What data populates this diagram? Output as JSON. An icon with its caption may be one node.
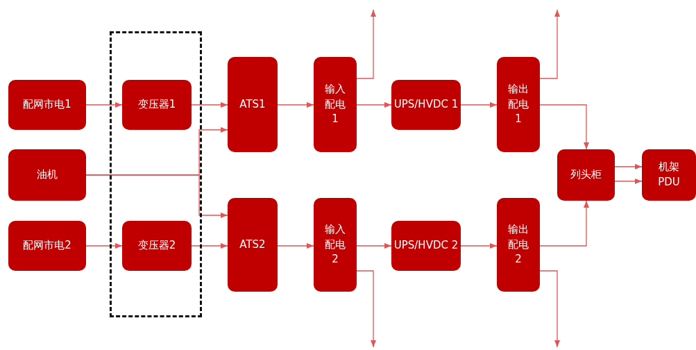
{
  "diagram": {
    "nodes": [
      {
        "text": [
          "配网市电1"
        ]
      },
      {
        "text": [
          "油机"
        ]
      },
      {
        "text": [
          "配网市电2"
        ]
      },
      {
        "text": [],
        "shape": "box"
      },
      {
        "text": [
          "变压器1"
        ],
        "in": 3
      },
      {
        "text": [
          "变压器2"
        ],
        "in": 3
      },
      {
        "text": [
          "ATS1"
        ]
      },
      {
        "text": [
          "ATS2"
        ]
      },
      {
        "text": [
          "输入配电1"
        ]
      },
      {
        "text": [
          "UPS/HVDC 1"
        ]
      },
      {
        "text": [
          "输出配电1"
        ]
      },
      {
        "text": [
          "输入配电2"
        ]
      },
      {
        "text": [
          "UPS/HVDC 2"
        ]
      },
      {
        "text": [
          "输出配电2"
        ]
      },
      {
        "text": [
          "列头柜"
        ]
      },
      {
        "text": [
          "机架PDU"
        ]
      }
    ],
    "edges": [
      {
        "from": 0,
        "to": 4,
        "arrow": "to"
      },
      {
        "from": 4,
        "to": 6,
        "arrow": "to"
      },
      {
        "from": 1,
        "to": 6,
        "arrow": "to"
      },
      {
        "from": 1,
        "to": 7,
        "arrow": "to"
      },
      {
        "from": 2,
        "to": 5,
        "arrow": "to"
      },
      {
        "from": 5,
        "to": 7,
        "arrow": "to"
      },
      {
        "from": 6,
        "to": 8,
        "arrow": "to"
      },
      {
        "from": 8,
        "to": 9,
        "arrow": "to"
      },
      {
        "from": 9,
        "to": 10,
        "arrow": "to"
      },
      {
        "from": 8,
        "to": null,
        "arrow": "to"
      },
      {
        "from": 10,
        "to": null,
        "arrow": "to"
      },
      {
        "from": 7,
        "to": 11,
        "arrow": "to"
      },
      {
        "from": 11,
        "to": 12,
        "arrow": "to"
      },
      {
        "from": 12,
        "to": 13,
        "arrow": "to"
      },
      {
        "from": 11,
        "to": null,
        "arrow": "to"
      },
      {
        "from": 13,
        "to": null,
        "arrow": "to"
      },
      {
        "from": 10,
        "to": 14,
        "arrow": "to"
      },
      {
        "from": 13,
        "to": 14,
        "arrow": "to"
      },
      {
        "from": 14,
        "to": 15,
        "arrow": "to"
      },
      {
        "from": 14,
        "to": 15,
        "arrow": "to"
      }
    ]
  }
}
